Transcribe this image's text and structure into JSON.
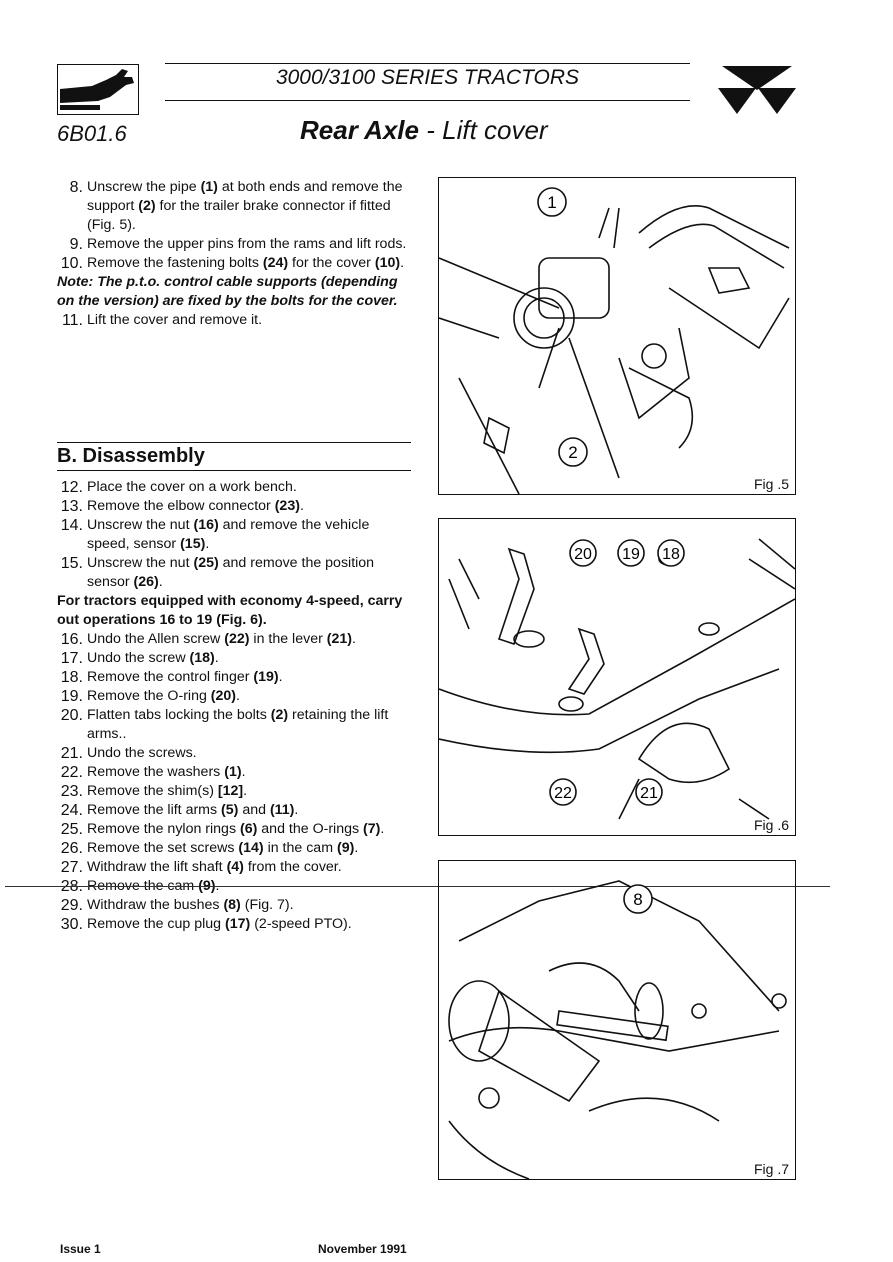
{
  "header": {
    "series_title": "3000/3100 SERIES TRACTORS",
    "page_code": "6B01.6",
    "title_bold": "Rear Axle",
    "title_rest": " - Lift cover"
  },
  "removal_steps": [
    {
      "num": "8.",
      "text": "Unscrew the pipe <b>(1)</b> at both ends and remove the support <b>(2)</b> for the trailer brake connector if fitted (Fig. 5)."
    },
    {
      "num": "9.",
      "text": "Remove the upper pins from the rams and lift rods."
    },
    {
      "num": "10.",
      "text": "Remove the fastening bolts <b>(24)</b> for the cover <b>(10)</b>."
    },
    {
      "num": "",
      "text": "<span class=\"note\">Note: The p.t.o. control cable supports (depending on the version) are fixed by the bolts for the cover.</span>"
    },
    {
      "num": "11.",
      "text": "Lift the cover and remove it."
    }
  ],
  "section_b_heading": "B. Disassembly",
  "disassembly_steps": [
    {
      "num": "12.",
      "text": "Place the cover on a work bench."
    },
    {
      "num": "13.",
      "text": "Remove the elbow connector <b>(23)</b>."
    },
    {
      "num": "14.",
      "text": "Unscrew the nut <b>(16)</b> and remove the vehicle speed, sensor <b>(15)</b>."
    },
    {
      "num": "15.",
      "text": "Unscrew the nut <b>(25)</b> and remove the position sensor <b>(26)</b>."
    },
    {
      "num": "",
      "text": "<b>For tractors equipped with economy 4-speed, carry out operations 16 to 19 (Fig. 6).</b>"
    },
    {
      "num": "16.",
      "text": "Undo the Allen screw <b>(22)</b> in the lever <b>(21)</b>."
    },
    {
      "num": "17.",
      "text": "Undo the screw <b>(18)</b>."
    },
    {
      "num": "18.",
      "text": "Remove the control finger <b>(19)</b>."
    },
    {
      "num": "19.",
      "text": "Remove the O-ring <b>(20)</b>."
    },
    {
      "num": "20.",
      "text": "Flatten tabs locking the bolts <b>(2)</b> retaining the lift arms.."
    },
    {
      "num": "21.",
      "text": "Undo the screws."
    },
    {
      "num": "22.",
      "text": "Remove the washers <b>(1)</b>."
    },
    {
      "num": "23.",
      "text": "Remove the shim(s) <b>[12]</b>."
    },
    {
      "num": "24.",
      "text": "Remove the lift arms <b>(5)</b> and <b>(11)</b>."
    },
    {
      "num": "25.",
      "text": "Remove the nylon rings <b>(6)</b> and the O-rings <b>(7)</b>."
    },
    {
      "num": "26.",
      "text": "Remove the set screws <b>(14)</b> in the cam <b>(9)</b>."
    },
    {
      "num": "27.",
      "text": "Withdraw the lift shaft <b>(4)</b> from the cover."
    },
    {
      "num": "28.",
      "text": "Remove the cam <b>(9)</b>."
    },
    {
      "num": "29.",
      "text": "Withdraw the bushes <b>(8)</b> (Fig. 7)."
    },
    {
      "num": "30.",
      "text": "Remove the cup plug <b>(17)</b> (2-speed PTO)."
    }
  ],
  "figures": {
    "fig5": {
      "label": "Fig .5",
      "callouts": [
        "1",
        "2"
      ]
    },
    "fig6": {
      "label": "Fig .6",
      "callouts": [
        "20",
        "19",
        "18",
        "22",
        "21"
      ]
    },
    "fig7": {
      "label": "Fig .7",
      "callouts": [
        "8"
      ]
    }
  },
  "footer": {
    "issue": "Issue 1",
    "date": "November 1991"
  }
}
